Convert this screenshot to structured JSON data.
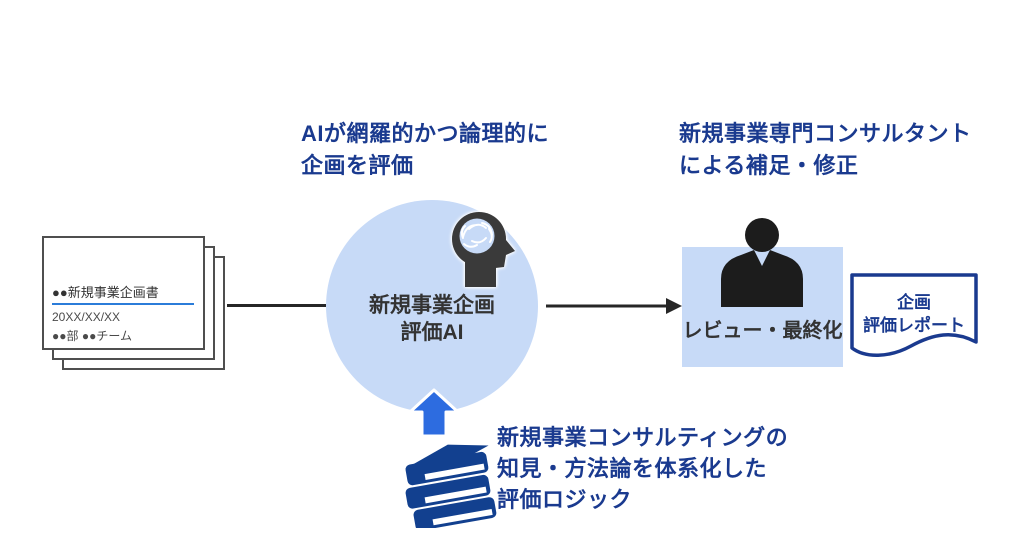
{
  "colors": {
    "light_blue_fill": "#c7daf7",
    "accent_blue": "#2d6ce0",
    "navy_text": "#1a3a8f",
    "book_navy": "#12408f",
    "dark_gray": "#333333",
    "connector_dark": "#262626",
    "underline_blue": "#2b7cd9"
  },
  "document_stack": {
    "title": "●●新規事業企画書",
    "date": "20XX/XX/XX",
    "team": "●●部 ●●チーム"
  },
  "ai_stage": {
    "heading_line1": "AIが網羅的かつ論理的に",
    "heading_line2": "企画を評価",
    "label_line1": "新規事業企画",
    "label_line2": "評価AI",
    "icon": "head-brain-icon"
  },
  "review_stage": {
    "heading_line1": "新規事業専門コンサルタント",
    "heading_line2": "による補足・修正",
    "label": "レビュー・最終化",
    "icon": "consultant-icon"
  },
  "report": {
    "line1": "企画",
    "line2": "評価レポート"
  },
  "knowledge": {
    "line1": "新規事業コンサルティングの",
    "line2": "知見・方法論を体系化した",
    "line3": "評価ロジック",
    "icon": "books-icon"
  }
}
